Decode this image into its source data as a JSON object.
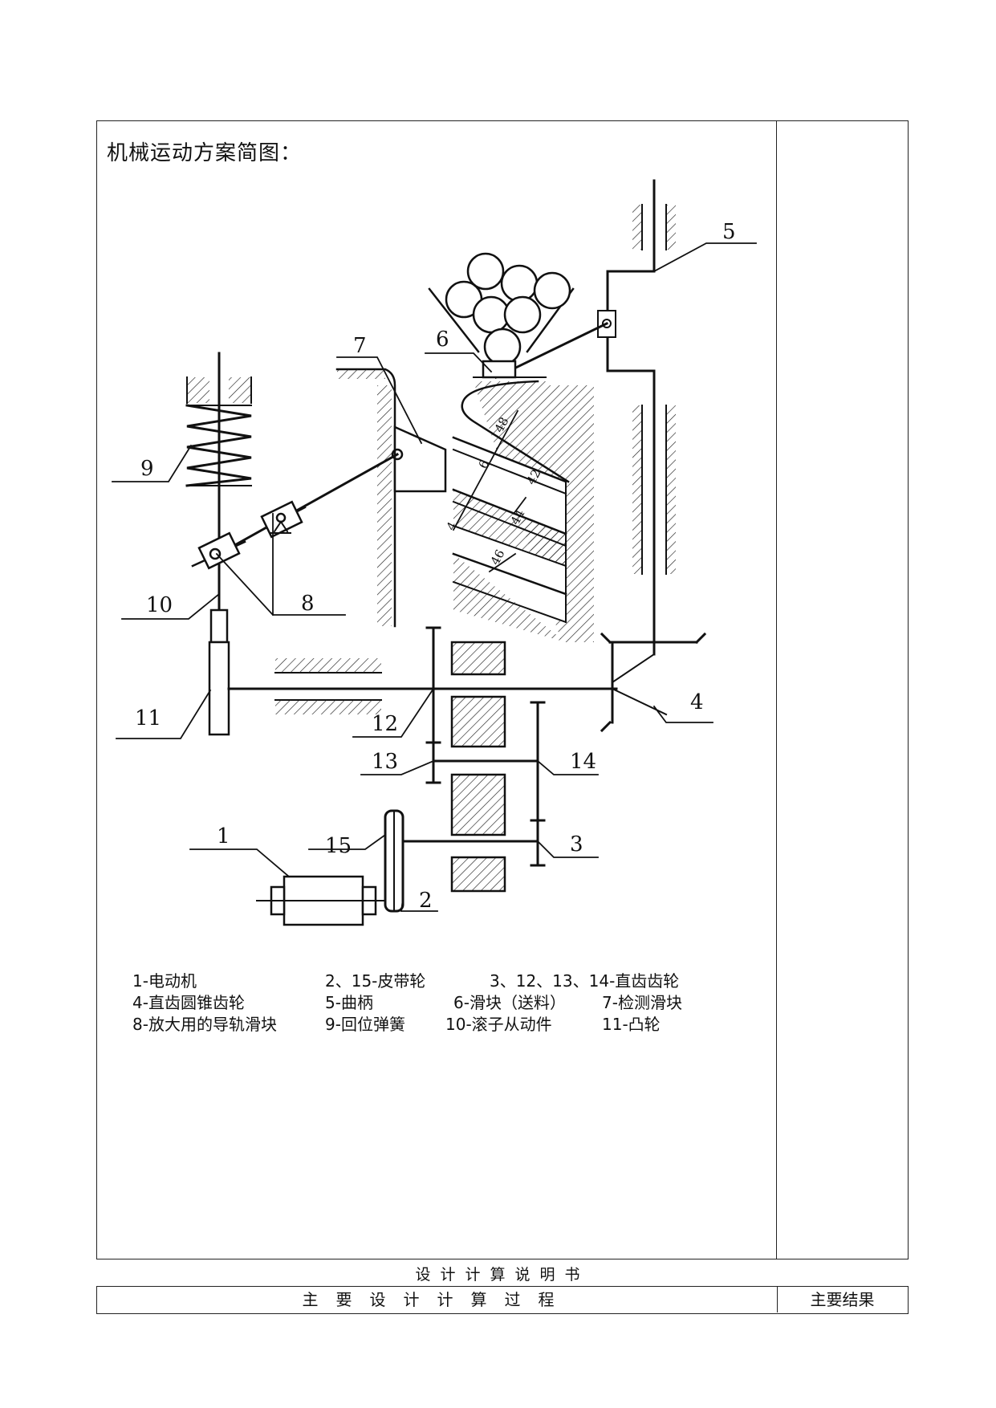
{
  "heading": "机械运动方案简图：",
  "diagram_labels": {
    "l1": "1",
    "l2": "2",
    "l3": "3",
    "l4": "4",
    "l5": "5",
    "l6": "6",
    "l7": "7",
    "l8": "8",
    "l9": "9",
    "l10": "10",
    "l11": "11",
    "l12": "12",
    "l13": "13",
    "l14": "14",
    "l15": "15",
    "dim4": "4",
    "dim6": "6",
    "dim42": "42",
    "dim44": "44",
    "dim46": "46",
    "dimTop": "48"
  },
  "legend": [
    [
      "1-电动机",
      "2、15-皮带轮",
      "3、12、13、14-直齿齿轮"
    ],
    [
      "4-直齿圆锥齿轮",
      "5-曲柄",
      "6-滑块（送料）",
      "7-检测滑块"
    ],
    [
      "8-放大用的导轨滑块",
      "9-回位弹簧",
      "10-滚子从动件",
      "11-凸轮"
    ]
  ],
  "footer": {
    "title": "设计计算说明书",
    "process_header": "主要设计计算过程",
    "result_header": "主要结果"
  }
}
